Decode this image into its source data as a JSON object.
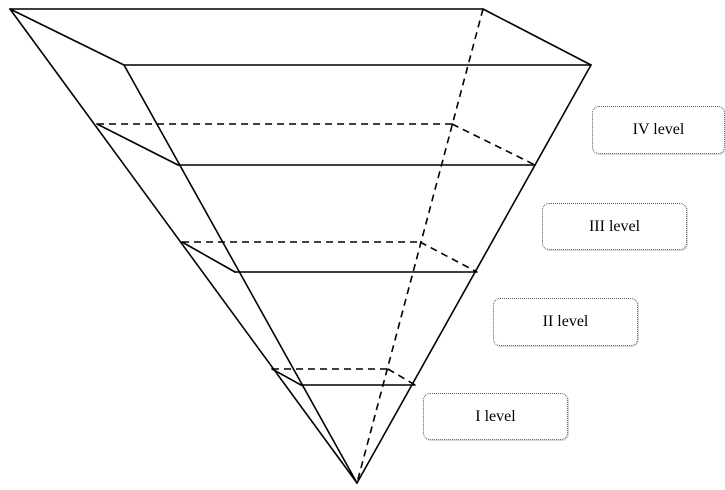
{
  "diagram": {
    "type": "inverted-pyramid",
    "levels": [
      {
        "label": "IV level"
      },
      {
        "label": "III level"
      },
      {
        "label": "II level"
      },
      {
        "label": "I level"
      }
    ]
  }
}
